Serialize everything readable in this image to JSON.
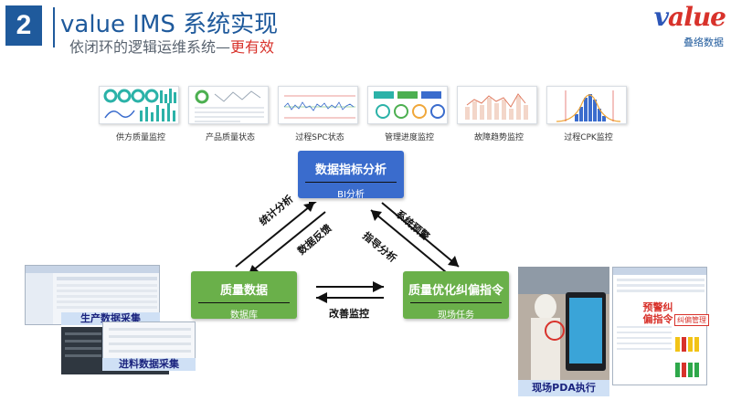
{
  "header": {
    "number": "2",
    "title": "value IMS 系统实现",
    "subtitle_main": "依闭环的逻辑运维系统—",
    "subtitle_emph": "更有效"
  },
  "logo": {
    "word_v": "v",
    "word_rest": "alue",
    "cn": "叠络数据"
  },
  "dashboards": [
    {
      "label": "供方质量监控"
    },
    {
      "label": "产品质量状态"
    },
    {
      "label": "过程SPC状态"
    },
    {
      "label": "管理进度监控"
    },
    {
      "label": "故障趋势监控"
    },
    {
      "label": "过程CPK监控"
    }
  ],
  "nodes": {
    "bi": {
      "title": "数据指标分析",
      "sub": "BI分析"
    },
    "db": {
      "title": "质量数据",
      "sub": "数据库"
    },
    "task": {
      "title": "质量优化纠偏指令",
      "sub": "现场任务"
    }
  },
  "flows": {
    "stat": "统计分析",
    "feedback": "数据反馈",
    "warning": "系统预警",
    "guide": "指导分析",
    "improve": "改善监控"
  },
  "captions": {
    "production": "生产数据采集",
    "incoming": "进料数据采集",
    "pda": "现场PDA执行",
    "warn": "预警纠偏指令",
    "warn_badge": "纠偏管理"
  },
  "colors": {
    "brand_blue": "#1f5a9c",
    "bi_blue": "#3a6ccd",
    "node_green": "#6ab04a",
    "accent_red": "#d8322b"
  }
}
